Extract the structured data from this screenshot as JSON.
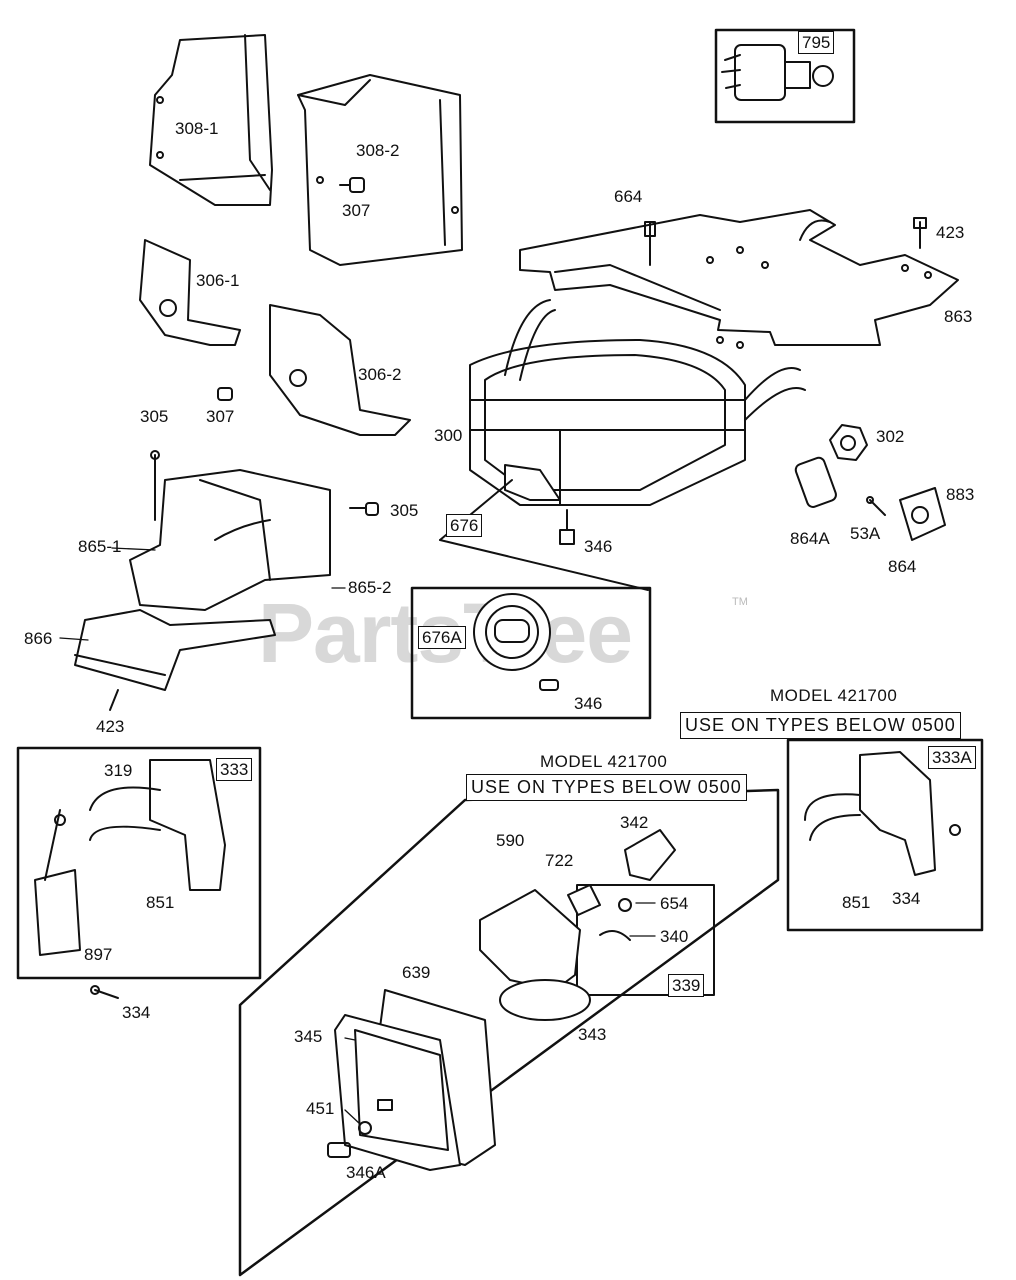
{
  "watermark": {
    "text": "PartsTree",
    "tm": "TM"
  },
  "models": {
    "right": {
      "model": "MODEL 421700",
      "note": "USE ON TYPES BELOW 0500"
    },
    "center": {
      "model": "MODEL 421700",
      "note": "USE ON TYPES BELOW 0500"
    }
  },
  "parts": {
    "p795": "795",
    "p308_1": "308-1",
    "p308_2": "308-2",
    "p307a": "307",
    "p664": "664",
    "p423a": "423",
    "p306_1": "306-1",
    "p863": "863",
    "p306_2": "306-2",
    "p305a": "305",
    "p307b": "307",
    "p300": "300",
    "p302": "302",
    "p883": "883",
    "p305b": "305",
    "p676": "676",
    "p346a": "346",
    "p864A": "864A",
    "p53A": "53A",
    "p864": "864",
    "p865_1": "865-1",
    "p865_2": "865-2",
    "p676A": "676A",
    "p866": "866",
    "p346b": "346",
    "p423b": "423",
    "p319": "319",
    "p333": "333",
    "p333A": "333A",
    "p342": "342",
    "p590": "590",
    "p722": "722",
    "p851a": "851",
    "p654": "654",
    "p851b": "851",
    "p334a": "334",
    "p340": "340",
    "p897": "897",
    "p339": "339",
    "p639": "639",
    "p334b": "334",
    "p345": "345",
    "p343": "343",
    "p451": "451",
    "p346A": "346A"
  }
}
